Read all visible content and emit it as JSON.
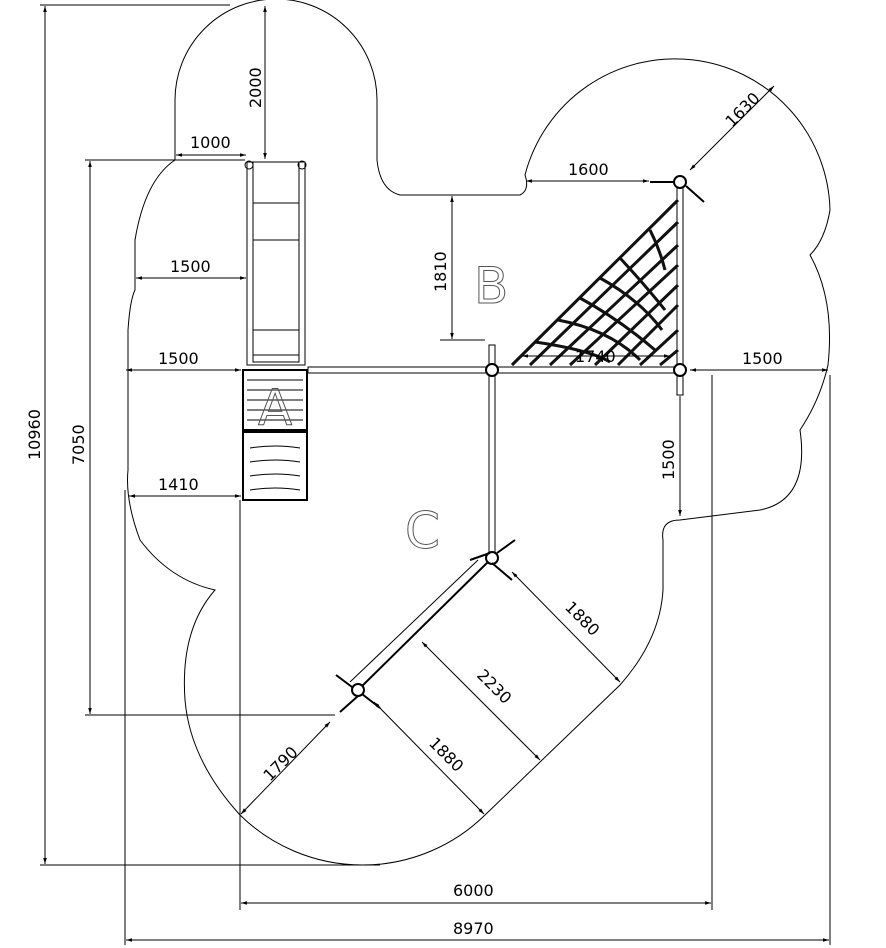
{
  "zones": {
    "a": "A",
    "b": "B",
    "c": "C"
  },
  "dimensions": {
    "total_height": "10960",
    "structure_height": "7050",
    "top_clearance": "2000",
    "slide_side": "1000",
    "left_upper": "1500",
    "left_mid": "1500",
    "left_lower": "1410",
    "net_left": "1600",
    "net_diag": "1630",
    "b_depth": "1810",
    "net_base": "1740",
    "right_side": "1500",
    "right_down": "1500",
    "rail_right": "1880",
    "rail_mid": "2230",
    "rail_left": "1880",
    "bottom_diag": "1790",
    "width_inner": "6000",
    "width_total": "8970"
  }
}
